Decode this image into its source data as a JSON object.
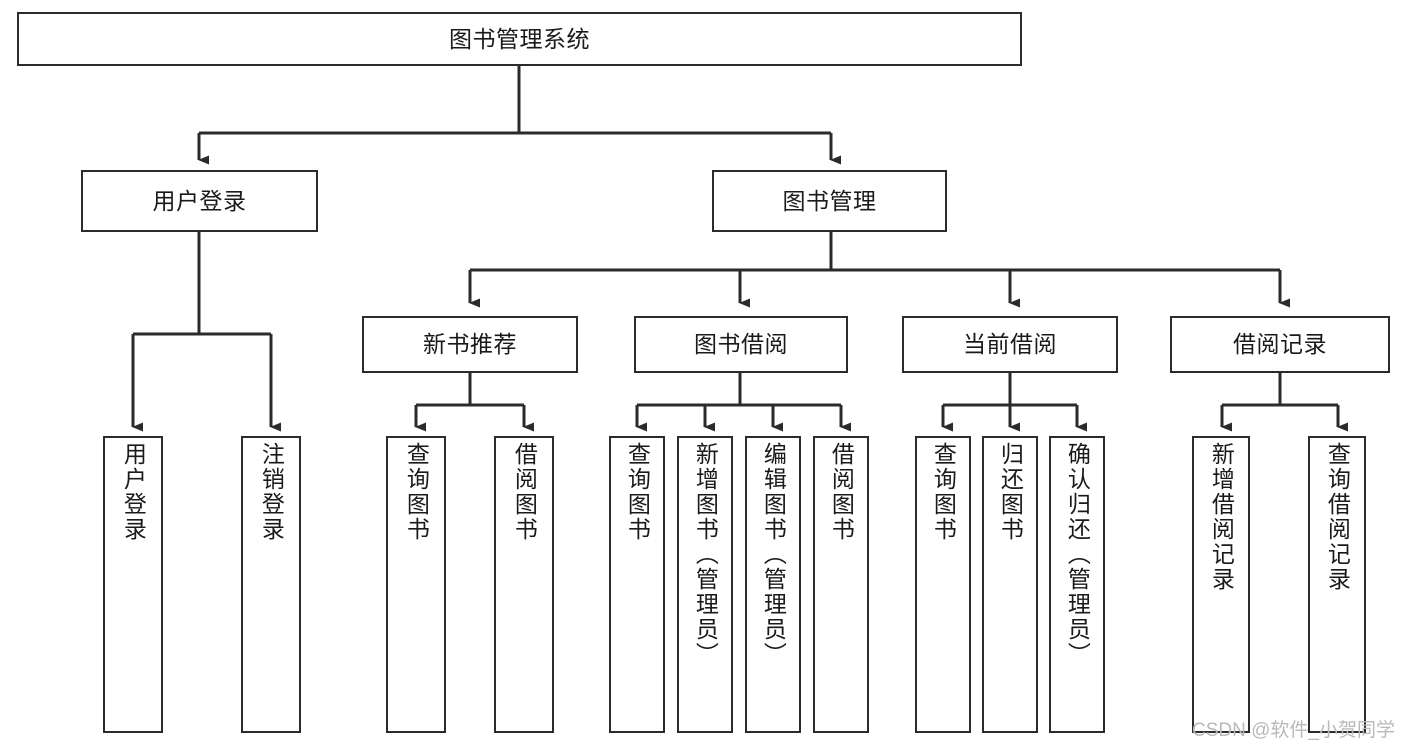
{
  "diagram": {
    "title_node": {
      "label": "图书管理系统"
    },
    "level2": [
      {
        "key": "user-login",
        "label": "用户登录"
      },
      {
        "key": "book-management",
        "label": "图书管理"
      }
    ],
    "level3": [
      {
        "key": "new-book-recommend",
        "label": "新书推荐"
      },
      {
        "key": "book-borrow",
        "label": "图书借阅"
      },
      {
        "key": "current-borrow",
        "label": "当前借阅"
      },
      {
        "key": "borrow-record",
        "label": "借阅记录"
      }
    ],
    "leaves": {
      "user_login": [
        {
          "key": "leaf-user-login",
          "label": "用户登录"
        },
        {
          "key": "leaf-logout-login",
          "label": "注销登录"
        }
      ],
      "new_book_recommend": [
        {
          "key": "leaf-query-book-1",
          "label": "查询图书"
        },
        {
          "key": "leaf-borrow-book-1",
          "label": "借阅图书"
        }
      ],
      "book_borrow": [
        {
          "key": "leaf-query-book-2",
          "label": "查询图书"
        },
        {
          "key": "leaf-add-book-admin",
          "label": "新增图书（管理员）"
        },
        {
          "key": "leaf-edit-book-admin",
          "label": "编辑图书（管理员）"
        },
        {
          "key": "leaf-borrow-book-2",
          "label": "借阅图书"
        }
      ],
      "current_borrow": [
        {
          "key": "leaf-query-book-3",
          "label": "查询图书"
        },
        {
          "key": "leaf-return-book",
          "label": "归还图书"
        },
        {
          "key": "leaf-confirm-return-admin",
          "label": "确认归还（管理员）"
        }
      ],
      "borrow_record": [
        {
          "key": "leaf-add-borrow-record",
          "label": "新增借阅记录"
        },
        {
          "key": "leaf-query-borrow-record",
          "label": "查询借阅记录"
        }
      ]
    },
    "watermark": {
      "text": "CSDN @软件_小贺同学"
    },
    "colors": {
      "stroke": "#2b2b2b",
      "background": "#ffffff",
      "text": "#1a1a1a",
      "watermark": "#b9b9b9"
    }
  }
}
